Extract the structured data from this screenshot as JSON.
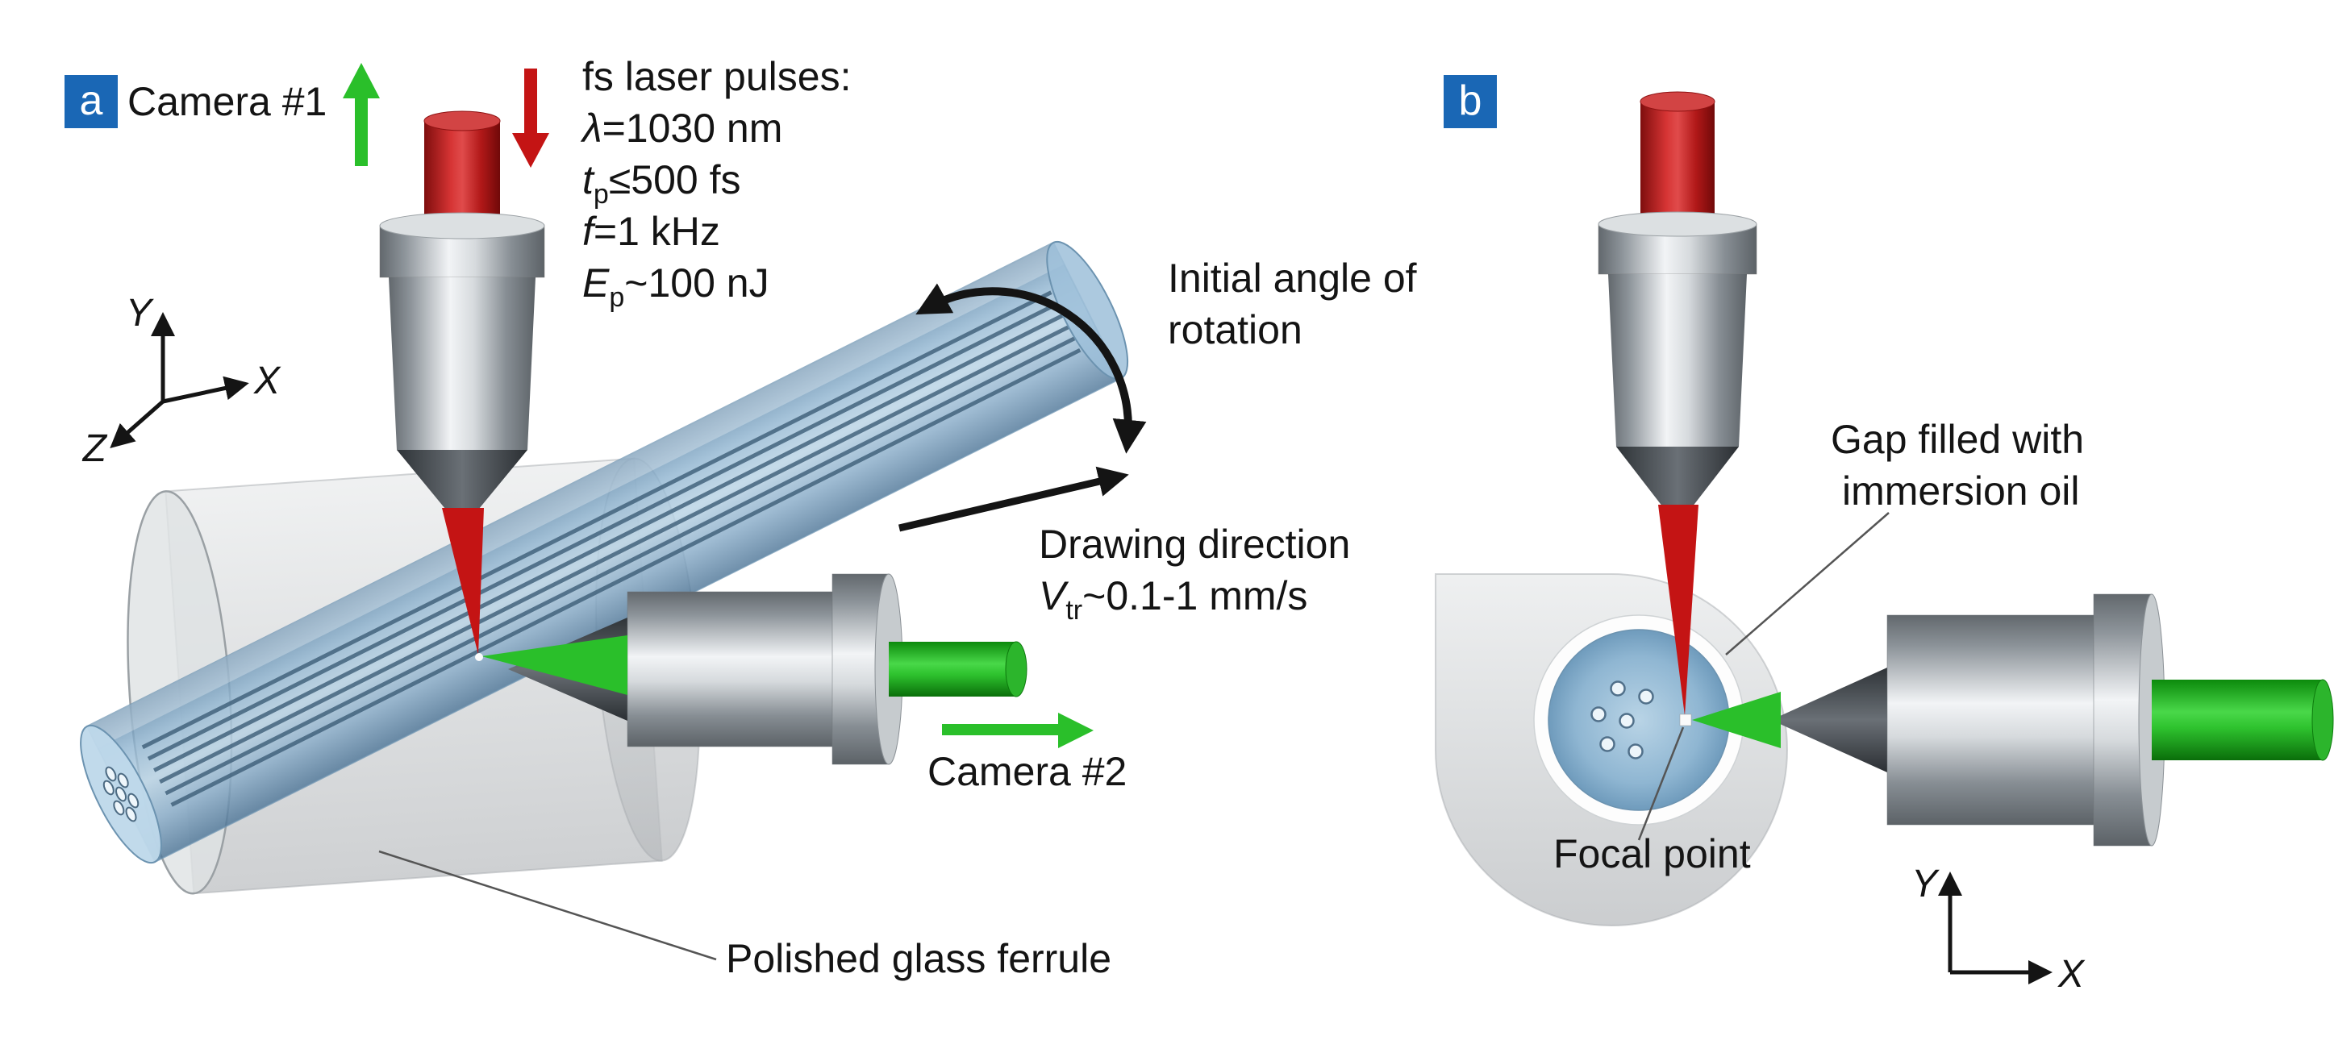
{
  "colors": {
    "panel_badge": "#1a67b5",
    "laser_red": "#c41414",
    "camera_green": "#2abf2a",
    "fiber_blue": "#7fa9c8",
    "ferrule_gray": "#cdd0d2"
  },
  "panel_a": {
    "letter": "a",
    "camera1_label": "Camera #1",
    "camera2_label": "Camera #2",
    "laser": {
      "title": "fs laser pulses:",
      "l1": {
        "sym": "λ",
        "sub": "",
        "rest": "=1030 nm"
      },
      "l2": {
        "sym": "t",
        "sub": "p",
        "rest": "≤500 fs"
      },
      "l3": {
        "sym": "f",
        "sub": "",
        "rest": "=1 kHz"
      },
      "l4": {
        "sym": "E",
        "sub": "p",
        "rest": "~100 nJ"
      }
    },
    "rotation_label": {
      "line1": "Initial angle of",
      "line2": "rotation"
    },
    "drawing_label": {
      "line1": "Drawing direction",
      "v": {
        "sym": "V",
        "sub": "tr",
        "rest": "~0.1-1 mm/s"
      }
    },
    "ferrule_label": "Polished glass ferrule",
    "axes": {
      "x": "X",
      "y": "Y",
      "z": "Z"
    }
  },
  "panel_b": {
    "letter": "b",
    "gap_label": {
      "line1": "Gap filled with",
      "line2": "immersion oil"
    },
    "focal_label": "Focal point",
    "axes": {
      "x": "X",
      "y": "Y"
    }
  }
}
